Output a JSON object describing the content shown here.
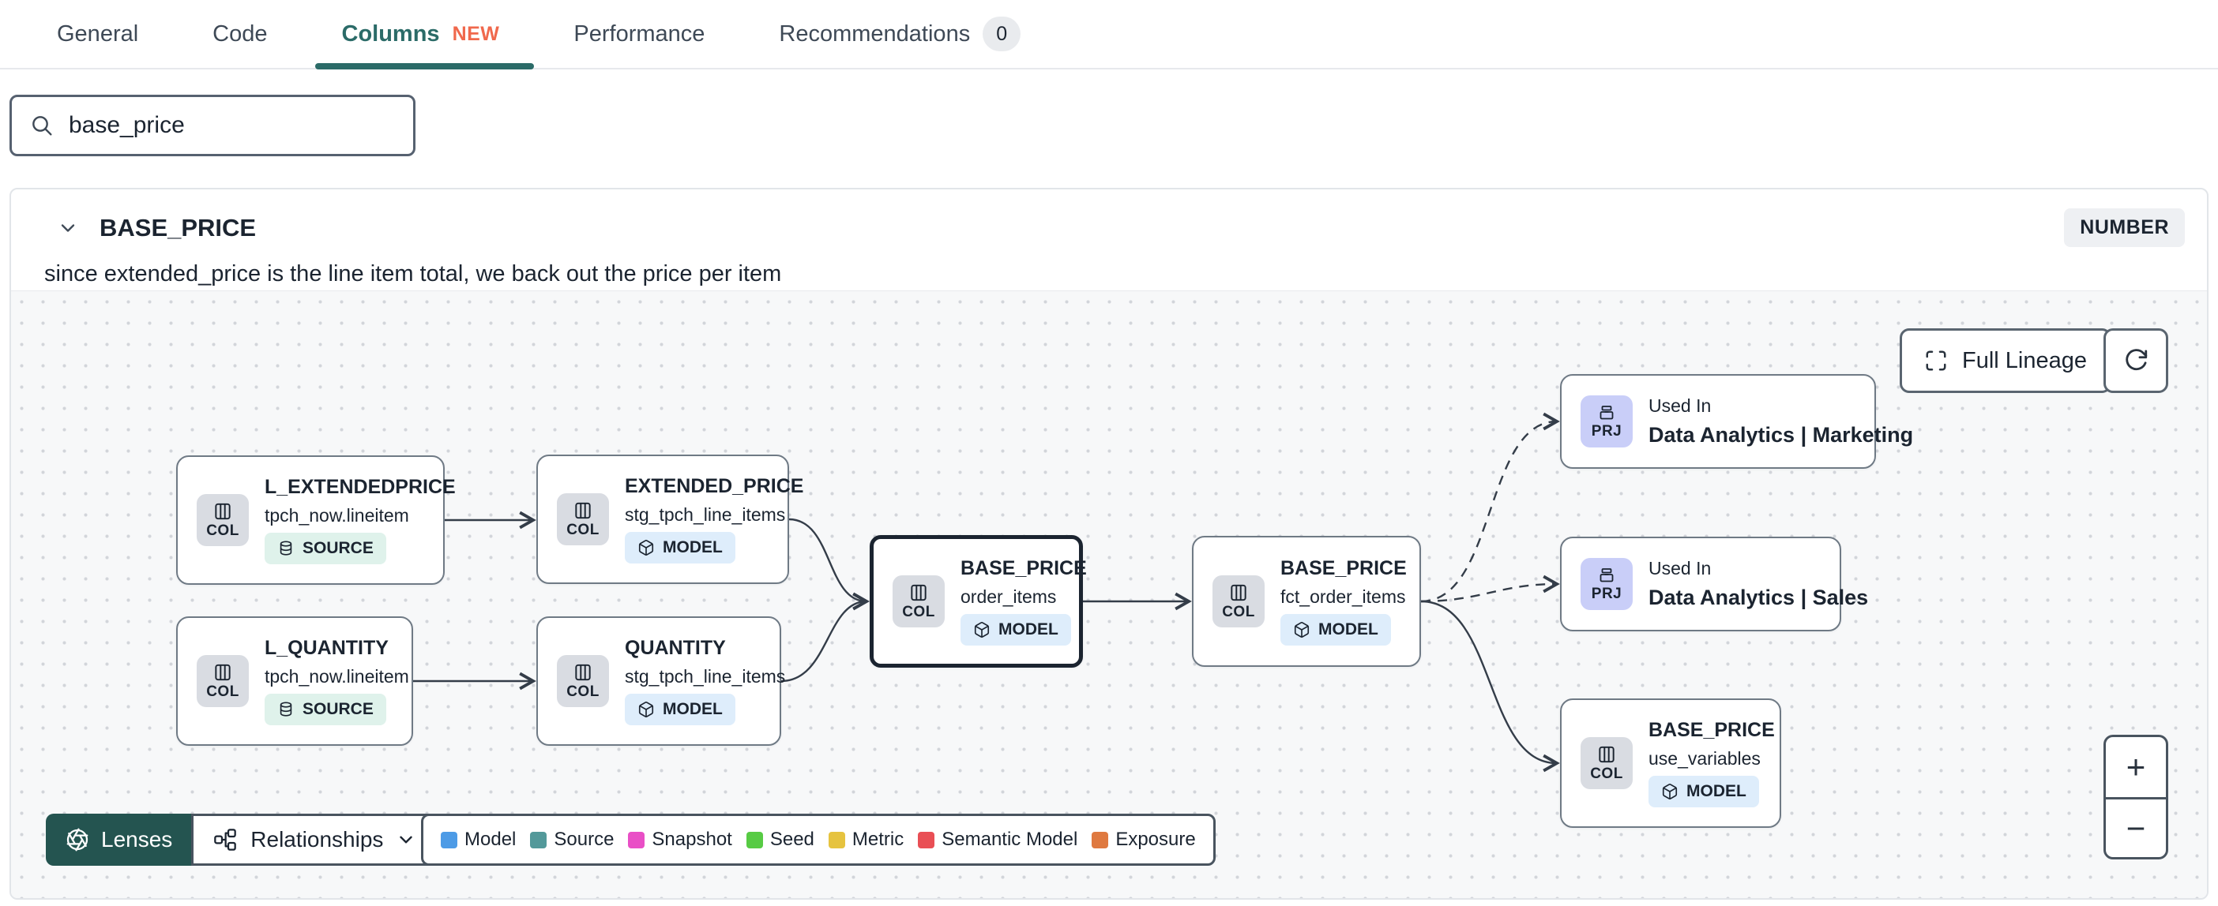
{
  "tabs": {
    "items": [
      {
        "label": "General"
      },
      {
        "label": "Code"
      },
      {
        "label": "Columns",
        "badge": "NEW"
      },
      {
        "label": "Performance"
      },
      {
        "label": "Recommendations",
        "count": "0"
      }
    ]
  },
  "search": {
    "value": "base_price"
  },
  "column": {
    "name": "BASE_PRICE",
    "data_type": "NUMBER",
    "description": "since extended_price is the line item total, we back out the price per item"
  },
  "lineage": {
    "controls": {
      "full_lineage_label": "Full Lineage",
      "zoom_in": "+",
      "zoom_out": "−",
      "lenses_label": "Lenses",
      "relationships_label": "Relationships"
    },
    "nodes": [
      {
        "badge": "COL",
        "title": "L_EXTENDEDPRICE",
        "subtitle": "tpch_now.lineitem",
        "type": "SOURCE"
      },
      {
        "badge": "COL",
        "title": "EXTENDED_PRICE",
        "subtitle": "stg_tpch_line_items",
        "type": "MODEL"
      },
      {
        "badge": "COL",
        "title": "L_QUANTITY",
        "subtitle": "tpch_now.lineitem",
        "type": "SOURCE"
      },
      {
        "badge": "COL",
        "title": "QUANTITY",
        "subtitle": "stg_tpch_line_items",
        "type": "MODEL"
      },
      {
        "badge": "COL",
        "title": "BASE_PRICE",
        "subtitle": "order_items",
        "type": "MODEL",
        "selected": true
      },
      {
        "badge": "COL",
        "title": "BASE_PRICE",
        "subtitle": "fct_order_items",
        "type": "MODEL"
      },
      {
        "badge": "PRJ",
        "eyebrow": "Used In",
        "title": "Data Analytics | Marketing"
      },
      {
        "badge": "PRJ",
        "eyebrow": "Used In",
        "title": "Data Analytics | Sales"
      },
      {
        "badge": "COL",
        "title": "BASE_PRICE",
        "subtitle": "use_variables",
        "type": "MODEL"
      }
    ],
    "legend": [
      {
        "label": "Model",
        "color": "#4D9BE6"
      },
      {
        "label": "Source",
        "color": "#53999A"
      },
      {
        "label": "Snapshot",
        "color": "#E94FC6"
      },
      {
        "label": "Seed",
        "color": "#57CB44"
      },
      {
        "label": "Metric",
        "color": "#E6C33F"
      },
      {
        "label": "Semantic Model",
        "color": "#E94F55"
      },
      {
        "label": "Exposure",
        "color": "#DF7940"
      }
    ],
    "theme": {
      "accent_teal": "#2B6B68",
      "new_badge_orange": "#F0684C",
      "lenses_bg": "#245450",
      "model_pill_bg": "#DEEDFB",
      "source_pill_bg": "#DFF2EB",
      "project_badge_bg": "#C9CEF8",
      "edge_color": "#343D49"
    }
  }
}
